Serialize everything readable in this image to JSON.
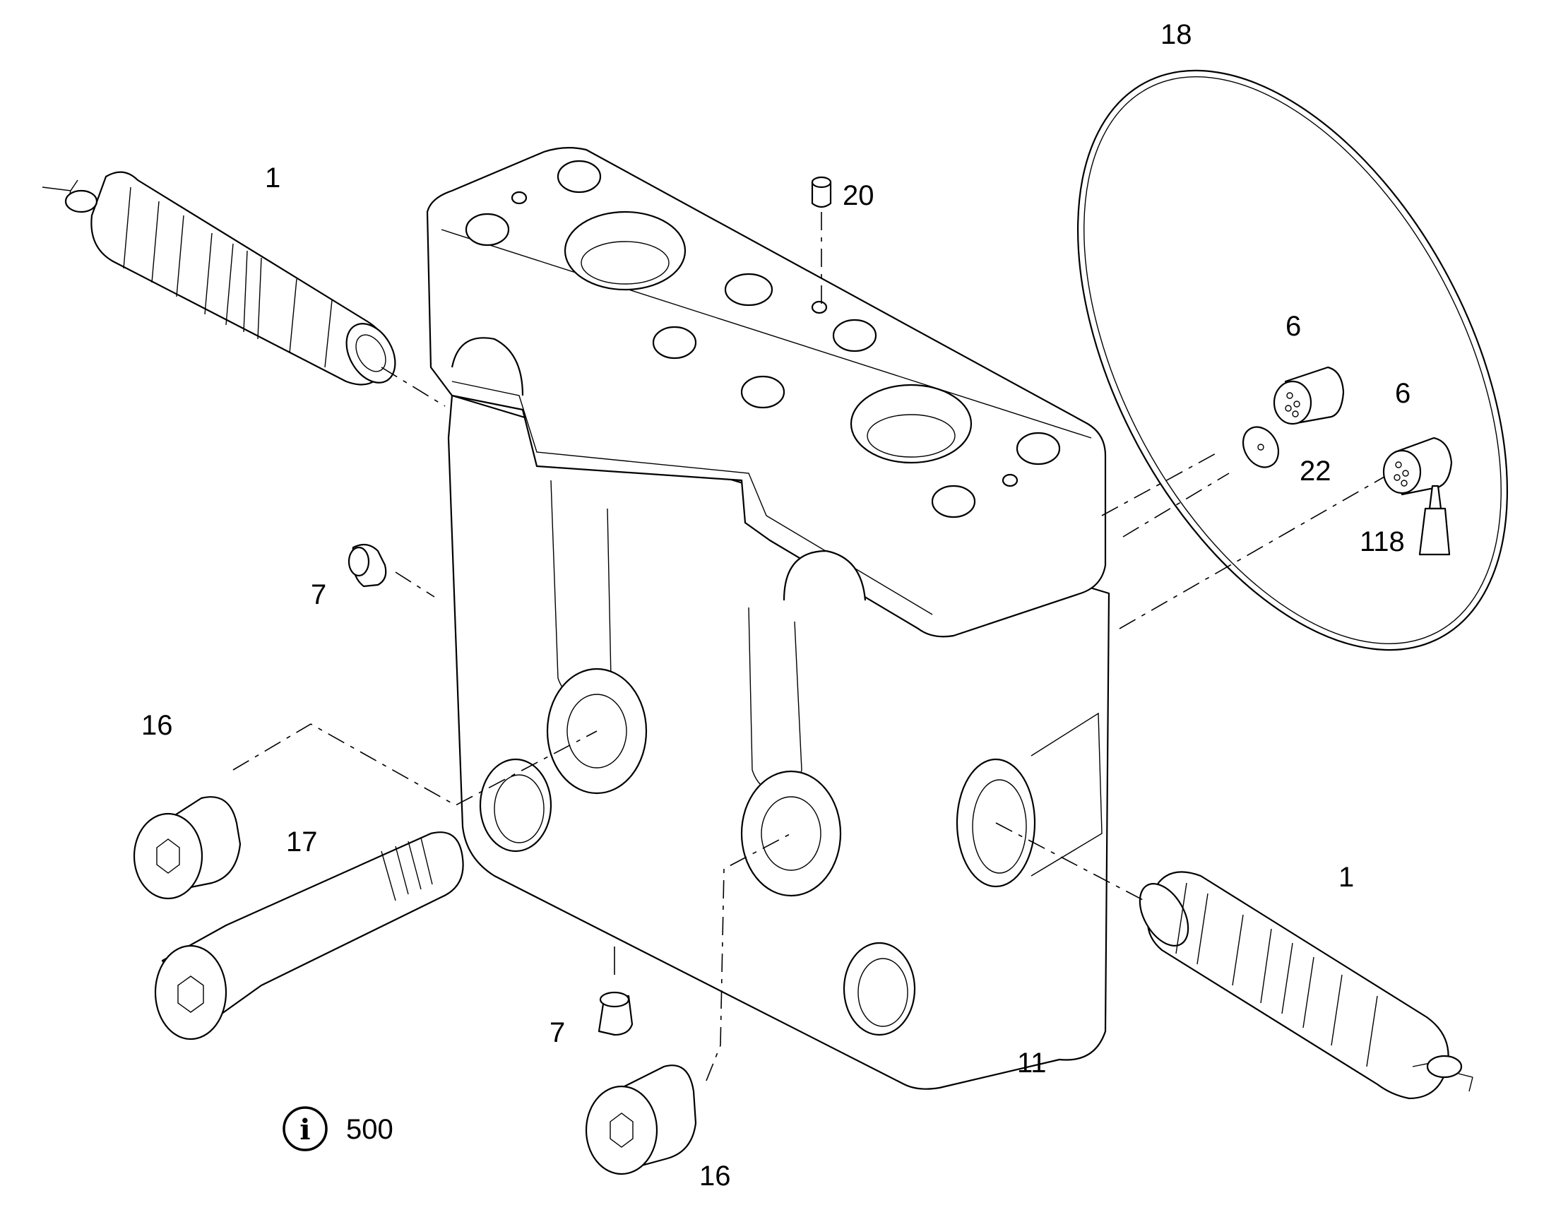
{
  "callouts": {
    "valve_top_left": "1",
    "valve_bottom_right": "1",
    "plug_top_a": "6",
    "plug_top_b": "6",
    "screw_plug_left": "7",
    "screw_plug_bottom": "7",
    "plate_body": "11",
    "plug_left": "16",
    "plug_bottom": "16",
    "socket_screw": "17",
    "o_ring": "18",
    "pin": "20",
    "washer": "22",
    "adhesive_tube": "118"
  },
  "info_note": {
    "icon": "info-circle-icon",
    "glyph": "i",
    "reference": "500"
  }
}
